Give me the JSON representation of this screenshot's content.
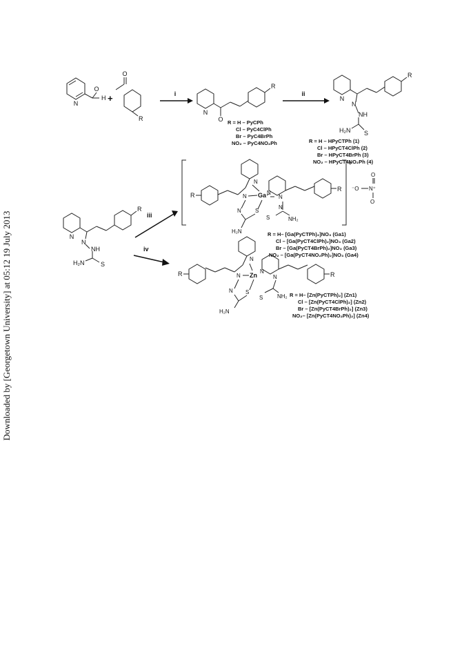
{
  "watermark": "Downloaded by [Georgetown University] at 05:12 19 July 2013",
  "steps": {
    "i": "i",
    "ii": "ii",
    "iii": "iii",
    "iv": "iv"
  },
  "atoms": {
    "O": "O",
    "H": "H",
    "R": "R",
    "N": "N",
    "S": "S",
    "NH": "NH",
    "H2N": "H₂N",
    "NH2": "NH₂",
    "Ga": "Ga",
    "Zn": "Zn",
    "nitrate_minus_O": "⁻O",
    "nitrate_N": "N⁺",
    "nitrate_O": "O",
    "plus": "+",
    "charge_plus": "+"
  },
  "chalcones": [
    "R = H – PyCPh",
    "Cl – PyC4ClPh",
    "Br – PyC4BrPh",
    "NO₂ – PyC4NO₂Ph"
  ],
  "ligands": [
    "R = H – HPyCTPh (1)",
    "Cl – HPyCT4ClPh (2)",
    "Br – HPyCT4BrPh (3)",
    "NO₂ – HPyCT4NO₂Ph (4)"
  ],
  "gallium_complexes": [
    "R = H– [Ga(PyCTPh)₂]NO₃ (Ga1)",
    "Cl – [Ga(PyCT4ClPh)₂]NO₃ (Ga2)",
    "Br – [Ga(PyCT4BrPh)₂]NO₃ (Ga3)",
    "NO₂ – [Ga(PyCT4NO₂Ph)₂]NO₃ (Ga4)"
  ],
  "zinc_complexes": [
    "R = H– [Zn(PyCTPh)₂] (Zn1)",
    "Cl – [Zn(PyCT4ClPh)₂] (Zn2)",
    "Br – [Zn(PyCT4BrPh)₂] (Zn3)",
    "NO₂– [Zn(PyCT4NO₂Ph)₂] (Zn4)"
  ]
}
